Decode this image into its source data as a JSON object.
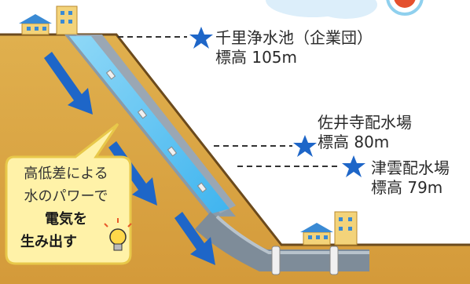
{
  "labels": {
    "chisato": {
      "name": "千里浄水池（企業団）",
      "elevation": "標高 105m"
    },
    "saiji": {
      "name": "佐井寺配水場",
      "elevation": "標高 80m"
    },
    "tsukumo": {
      "name": "津雲配水場",
      "elevation": "標高 79m"
    }
  },
  "bubble": {
    "line1": "高低差による",
    "line2": "水のパワーで",
    "line3": "電気を",
    "line4": "生み出す"
  },
  "icons": [
    "star-icon",
    "lightbulb-icon",
    "building-icon",
    "arrow-down-icon",
    "cloud-icon",
    "sun-icon"
  ],
  "colors": {
    "hill": "#d9a441",
    "pipe_water": "#5fc6f2",
    "arrow": "#1e66c8",
    "star": "#1e66c8",
    "bubble": "#fff2a8"
  }
}
